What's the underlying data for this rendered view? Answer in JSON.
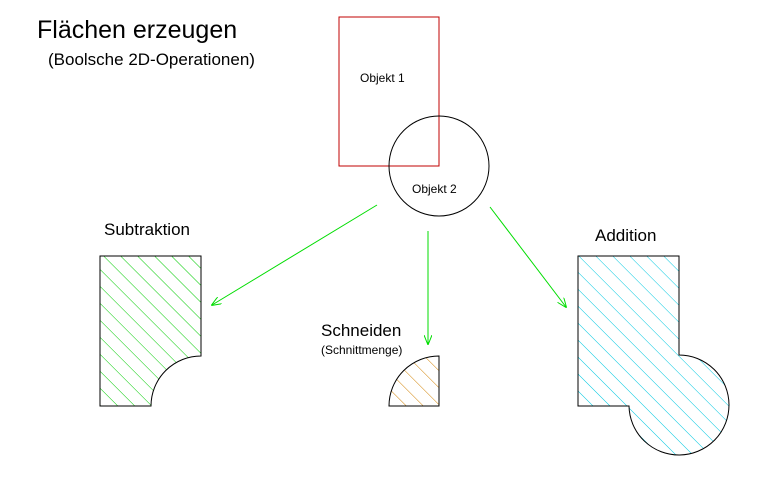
{
  "header": {
    "title": "Flächen erzeugen",
    "subtitle": "(Boolsche 2D-Operationen)"
  },
  "objects": {
    "object1_label": "Objekt 1",
    "object2_label": "Objekt 2"
  },
  "results": {
    "subtraction_label": "Subtraktion",
    "intersection_label": "Schneiden",
    "intersection_sublabel": "(Schnittmenge)",
    "addition_label": "Addition"
  },
  "colors": {
    "object1_stroke": "#c00000",
    "object2_stroke": "#000000",
    "arrow": "#00dd00",
    "subtraction_hatch": "#00cc00",
    "intersection_hatch": "#d08000",
    "addition_hatch": "#00c8e0",
    "outline": "#000000"
  }
}
